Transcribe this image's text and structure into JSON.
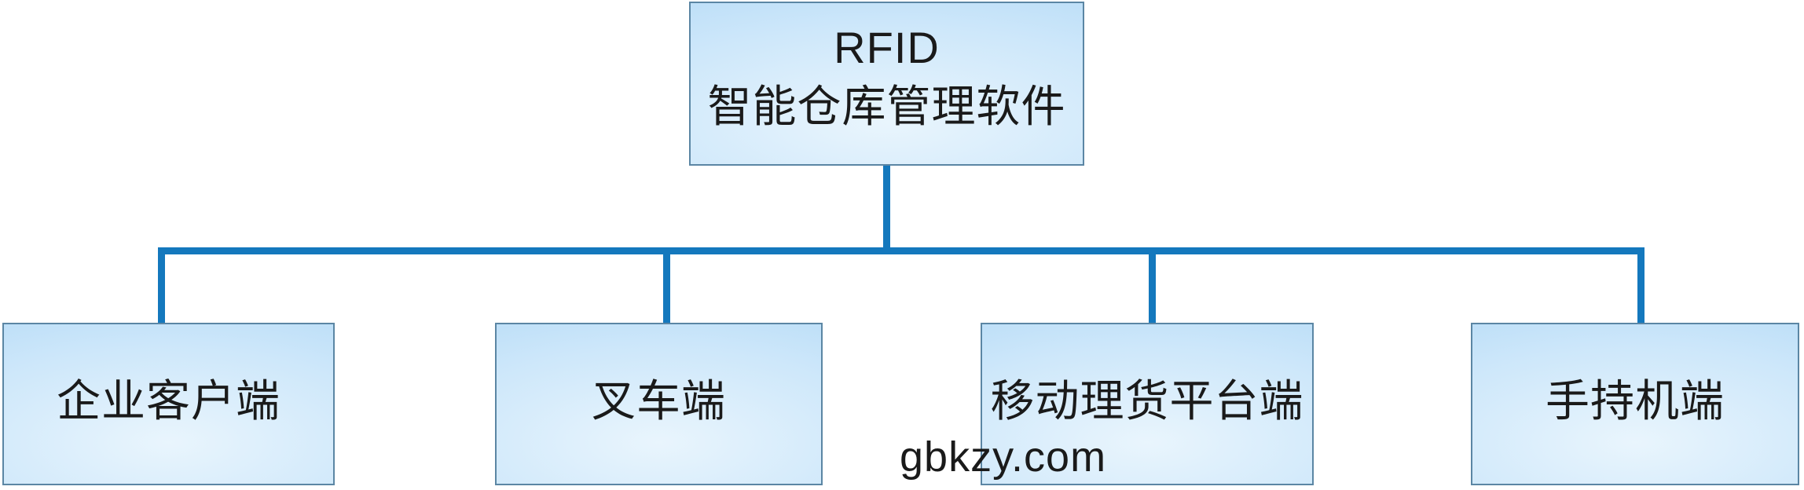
{
  "diagram": {
    "root_node": {
      "label_line1": "RFID",
      "label_line2": "智能仓库管理软件"
    },
    "child_nodes": [
      {
        "label": "企业客户端"
      },
      {
        "label": "叉车端"
      },
      {
        "label": "移动理货平台端"
      },
      {
        "label": "手持机端"
      }
    ]
  },
  "watermark": {
    "text": "gbkzy.com"
  },
  "theme": {
    "connector_color": "#1478bd",
    "box_border_color": "#5b86a4",
    "box_fill_center": "#e9f5fd",
    "box_fill_mid": "#cde7fa",
    "box_fill_edge": "#b0d8f6",
    "text_color": "#1a1a1a",
    "background": "#ffffff"
  }
}
